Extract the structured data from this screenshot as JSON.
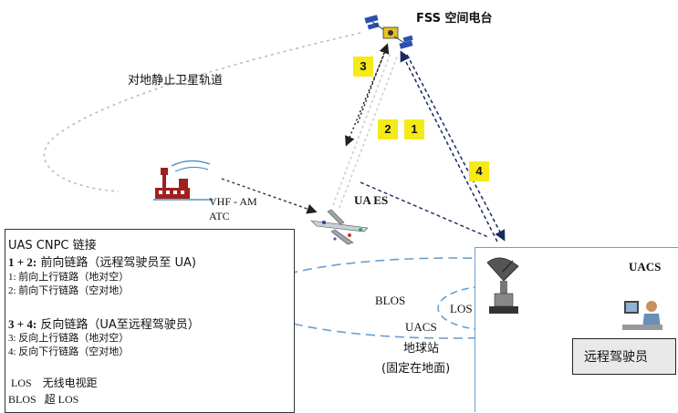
{
  "satellite": {
    "label": "FSS 空间电台"
  },
  "orbit": {
    "label": "对地静止卫星轨道"
  },
  "links": [
    "3",
    "2",
    "1",
    "4"
  ],
  "atc": {
    "line1": "VHF - AM",
    "line2": "ATC"
  },
  "ua": {
    "label": "UA ES"
  },
  "legend": {
    "title": "UAS CNPC 链接",
    "forward_heading_num": "1 + 2:",
    "forward_heading_text": " 前向链路（远程驾驶员至 UA)",
    "forward_1": "1: 前向上行链路（地对空）",
    "forward_2": "2: 前向下行链路（空对地）",
    "reverse_heading_num": "3 + 4:",
    "reverse_heading_text": " 反向链路（UA至远程驾驶员）",
    "reverse_3": "3: 反向上行链路（地对空）",
    "reverse_4": "4: 反向下行链路（空对地）",
    "los": "LOS    无线电视距",
    "blos": "BLOS   超 LOS"
  },
  "ground": {
    "blos": "BLOS",
    "los": "LOS",
    "uacs_small": "UACS",
    "station": "地球站",
    "fixed": "(固定在地面)"
  },
  "uacs": {
    "label": "UACS",
    "pilot": "远程驾驶员"
  }
}
